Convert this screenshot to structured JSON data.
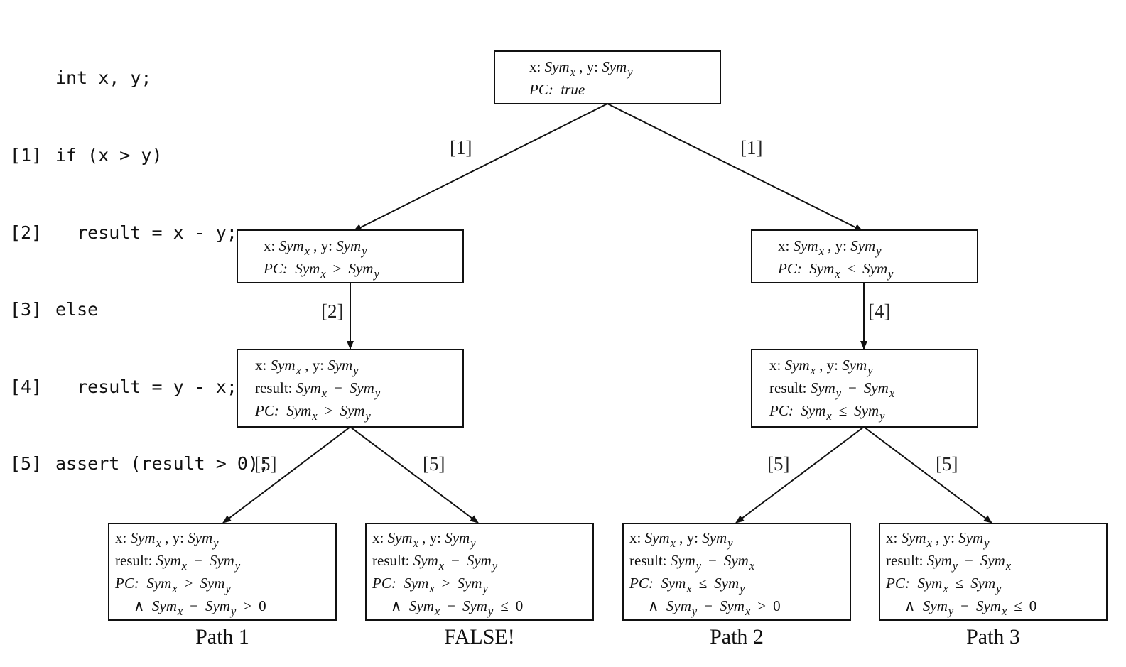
{
  "code": {
    "lines": [
      {
        "num": "",
        "text": "int x, y;"
      },
      {
        "num": "[1]",
        "text": "if (x > y)"
      },
      {
        "num": "[2]",
        "text": "  result = x - y;"
      },
      {
        "num": "[3]",
        "text": "else"
      },
      {
        "num": "[4]",
        "text": "  result = y - x;"
      },
      {
        "num": "[5]",
        "text": "assert (result > 0);"
      }
    ]
  },
  "text": {
    "x_label": "x:",
    "y_label": "y:",
    "result_label": "result:",
    "pc_label": "PC:",
    "sym": "Sym",
    "sub_x": "x",
    "sub_y": "y",
    "true_val": "true",
    "op_gt": ">",
    "op_le": "≤",
    "op_minus": "−",
    "op_and": "∧",
    "zero": "0"
  },
  "edges": {
    "root_left": "[1]",
    "root_right": "[1]",
    "left_down": "[2]",
    "right_down": "[4]",
    "ll": "[5]",
    "lr": "[5]",
    "rl": "[5]",
    "rr": "[5]"
  },
  "captions": {
    "leaf1": "Path 1",
    "leaf2": "FALSE!",
    "leaf3": "Path 2",
    "leaf4": "Path 3"
  }
}
